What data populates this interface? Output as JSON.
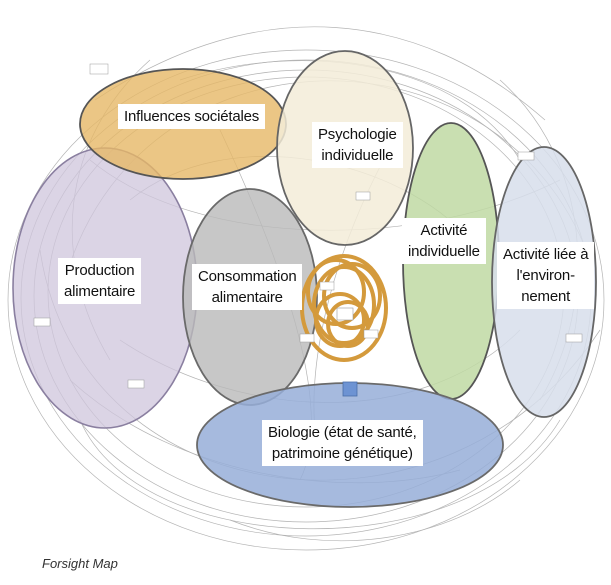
{
  "clusters": {
    "influences": {
      "label": "Influences sociétales",
      "color": "#e6b866"
    },
    "psychologie": {
      "label": "Psychologie\nindividuelle",
      "color": "#f3ecd8"
    },
    "production": {
      "label": "Production\nalimentaire",
      "color": "#cfc6dc"
    },
    "consommation": {
      "label": "Consommation\nalimentaire",
      "color": "#b9b9b9"
    },
    "activite_individuelle": {
      "label": "Activité\nindividuelle",
      "color": "#bfd9a3"
    },
    "activite_environnement": {
      "label": "Activité liée à\nl'environ-\nnement",
      "color": "#d7deeb"
    },
    "biologie": {
      "label": "Biologie (état de santé,\npatrimoine génétique)",
      "color": "#97aed8"
    }
  },
  "core": {
    "color": "#d49a3c"
  },
  "caption": "Forsight Map"
}
